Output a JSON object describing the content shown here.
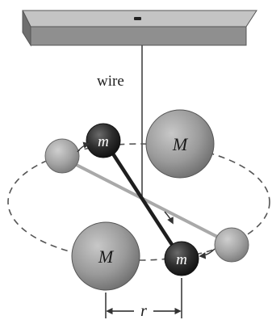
{
  "diagram": {
    "labels": {
      "wire": "wire",
      "small_mass_left": "m",
      "small_mass_right": "m",
      "large_mass_top": "M",
      "large_mass_bottom": "M",
      "separation": "r"
    },
    "colors": {
      "support_top": "#bdbdbd",
      "support_front": "#8f8f8f",
      "support_slot": "#222222",
      "wire": "#444444",
      "large_sphere": "#9a9a9a",
      "small_sphere_dark": "#2e2e2e",
      "small_sphere_gray": "#a3a3a3",
      "rod_dark": "#1e1e1e",
      "rod_light": "#b0b0b0",
      "orbit_dash": "#555555",
      "arrows": "#333333"
    }
  }
}
